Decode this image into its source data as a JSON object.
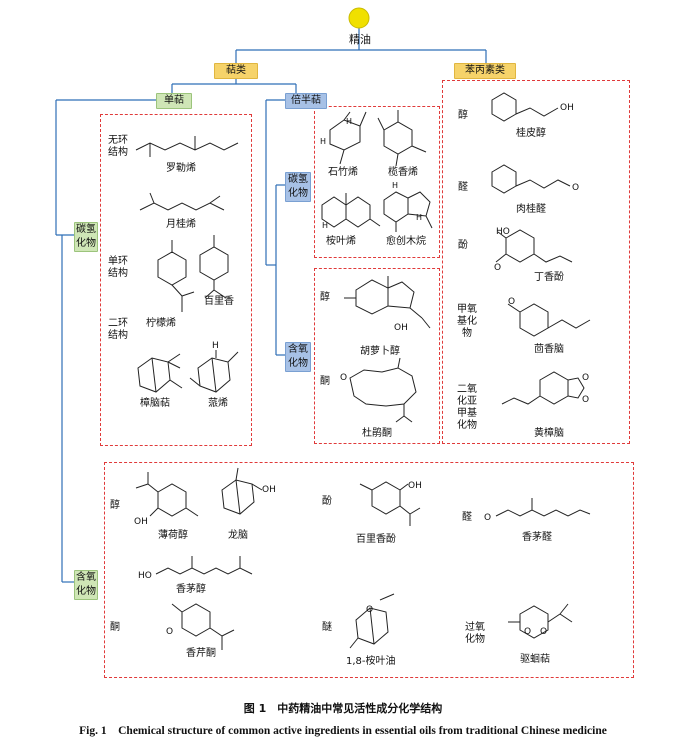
{
  "root": {
    "label": "精油"
  },
  "categories": {
    "terpenes": "萜类",
    "phenylpropanoids": "苯丙素类"
  },
  "subcategories": {
    "monoterpenes": "单萜",
    "sesquiterpenes": "倍半萜"
  },
  "group_labels": {
    "hydrocarbons": "碳氢化物",
    "oxygenated": "含氧化物",
    "sesqui_hydrocarbons": "碳氢化物",
    "sesqui_oxygenated": "含氧化物"
  },
  "mono_hc": {
    "acyclic": "无环结构",
    "monocyclic": "单环结构",
    "bicyclic": "二环结构",
    "ocimene": "罗勒烯",
    "myrcene": "月桂烯",
    "limonene": "柠檬烯",
    "cymene": "百里香",
    "camphene": "樟脑萜",
    "pinene": "蒎烯"
  },
  "sesqui_hc": {
    "himachalene": "石竹烯",
    "elemene": "榄香烯",
    "selinene": "桉叶烯",
    "guaiane": "愈创木烷"
  },
  "sesqui_ox": {
    "alcohol": "醇",
    "ketone": "酮",
    "carotol": "胡萝卜醇",
    "germacrone": "杜鹃酮"
  },
  "phenyl": {
    "alcohol": "醇",
    "aldehyde": "醛",
    "phenol": "酚",
    "methoxy": "甲氧基化物",
    "dioxy": "二氧化亚甲基化物",
    "cinnamyl_alcohol": "桂皮醇",
    "cinnamaldehyde": "肉桂醛",
    "eugenol": "丁香酚",
    "anethole": "茴香脑",
    "safrole": "黄樟脑"
  },
  "mono_ox": {
    "alcohol": "醇",
    "phenol": "酚",
    "aldehyde": "醛",
    "ketone": "酮",
    "ether": "醚",
    "peroxide": "过氧化物",
    "menthol": "薄荷醇",
    "borneol": "龙脑",
    "thymol": "百里香酚",
    "citronellal": "香茅醛",
    "citronellol": "香茅醇",
    "carvone": "香芹酮",
    "cineole": "1,8-桉叶油",
    "ascaridole": "驱蛔萜"
  },
  "atoms": {
    "H": "H",
    "O": "O",
    "OH": "OH",
    "HO": "HO"
  },
  "caption": {
    "cn": "图 1　中药精油中常见活性成分化学结构",
    "en": "Fig. 1　Chemical structure of common active ingredients in essential oils from traditional Chinese medicine"
  },
  "colors": {
    "connector": "#2f6fb6",
    "dashed_box": "#e03a3a",
    "root_ball": "#f0e000"
  }
}
